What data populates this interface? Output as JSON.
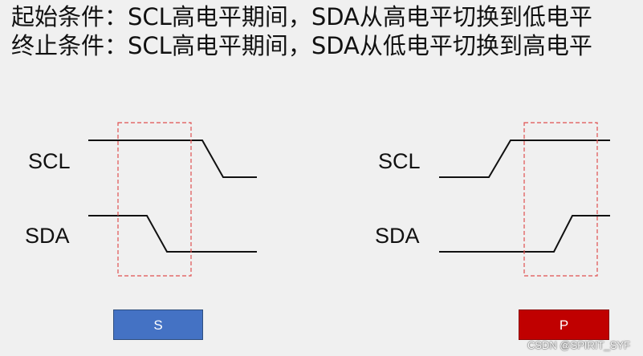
{
  "headings": {
    "start": "起始条件：SCL高电平期间，SDA从高电平切换到低电平",
    "stop": "终止条件：SCL高电平期间，SDA从低电平切换到高电平"
  },
  "left_diagram": {
    "scl_label": "SCL",
    "sda_label": "SDA",
    "badge": "S",
    "badge_color": "#4472c4"
  },
  "right_diagram": {
    "scl_label": "SCL",
    "sda_label": "SDA",
    "badge": "P",
    "badge_color": "#c00000"
  },
  "highlight_color": "#e05050",
  "watermark": "CSDN @SPIRIT_SYF"
}
